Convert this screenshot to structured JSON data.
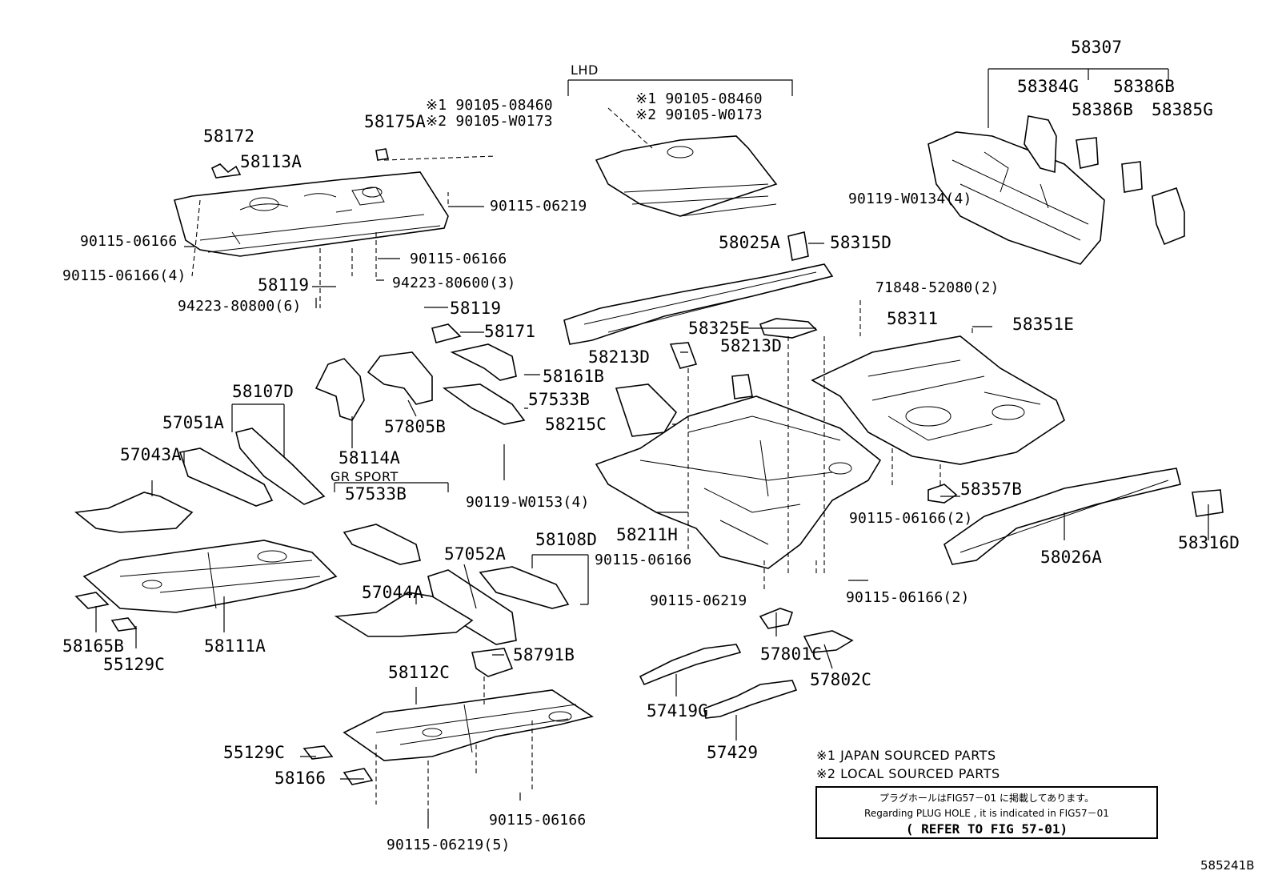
{
  "labels": {
    "p58172": "58172",
    "p58113A": "58113A",
    "p58175A": "58175A",
    "j1_note_top": "※1 90105-08460",
    "j2_note_top": "※2 90105-W0173",
    "lhd": "LHD",
    "j1_note_lhd": "※1 90105-08460",
    "j2_note_lhd": "※2 90105-W0173",
    "p58307": "58307",
    "p58384G": "58384G",
    "p58386B_a": "58386B",
    "p58386B_b": "58386B",
    "p58385G": "58385G",
    "p90119W0134": "90119-W0134(4)",
    "p90115_06219_a": "90115-06219",
    "p90115_06166_a": "90115-06166",
    "p90115_06166_4": "90115-06166(4)",
    "p90115_06166_b": "90115-06166",
    "p58119_a": "58119",
    "p94223_80600": "94223-80600(3)",
    "p94223_80800": "94223-80800(6)",
    "p58119_b": "58119",
    "p58025A": "58025A",
    "p58315D": "58315D",
    "p71848": "71848-52080(2)",
    "p58311": "58311",
    "p58351E": "58351E",
    "p58325E": "58325E",
    "p58171": "58171",
    "p58213D_a": "58213D",
    "p58213D_b": "58213D",
    "p58161B": "58161B",
    "p58107D": "58107D",
    "p57533B_a": "57533B",
    "p58215C": "58215C",
    "p57051A": "57051A",
    "p57805B": "57805B",
    "p58114A": "58114A",
    "p57043A": "57043A",
    "gr_sport": "GR SPORT",
    "p57533B_b": "57533B",
    "p90119W0153": "90119-W0153(4)",
    "p58211H": "58211H",
    "p90115_06166_2a": "90115-06166(2)",
    "p58357B": "58357B",
    "p58108D": "58108D",
    "p57052A": "57052A",
    "p90115_06166_c": "90115-06166",
    "p58026A": "58026A",
    "p58316D": "58316D",
    "p57044A": "57044A",
    "p90115_06219_b": "90115-06219",
    "p90115_06166_2b": "90115-06166(2)",
    "p58165B": "58165B",
    "p58111A": "58111A",
    "p55129C_a": "55129C",
    "p58791B": "58791B",
    "p57801C": "57801C",
    "p58112C": "58112C",
    "p57802C": "57802C",
    "p57419G": "57419G",
    "p57429": "57429",
    "p55129C_b": "55129C",
    "p58166": "58166",
    "p90115_06166_d": "90115-06166",
    "p90115_06219_5": "90115-06219(5)"
  },
  "notes": {
    "n1": "※1 JAPAN SOURCED PARTS",
    "n2": "※2 LOCAL SOURCED PARTS",
    "box_line1": "プラグホールはFIG57－01 に掲載してあります。",
    "box_line2": "Regarding  PLUG HOLE , it is indicated in FIG57－01",
    "box_line3": "( REFER TO FIG 57-01)"
  },
  "figure_id": "585241B"
}
